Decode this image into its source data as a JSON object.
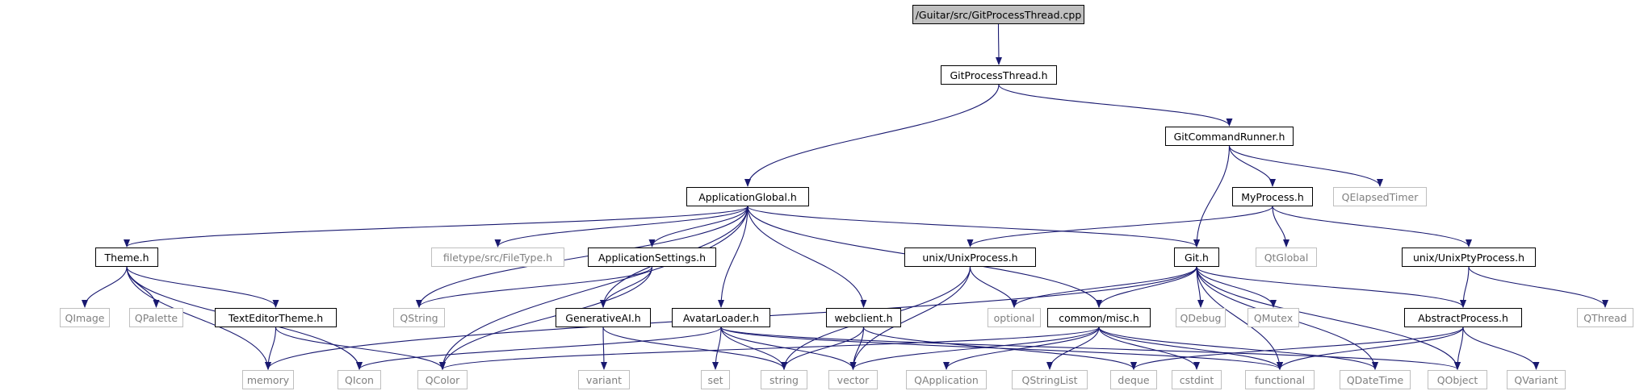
{
  "colors": {
    "edge": "#191970",
    "edge_gray": "#bfbfbf",
    "node_border": "#000000",
    "ext_border": "#bfbfbf",
    "ext_text": "#7f7f7f",
    "root_fill": "#bfbfbf"
  },
  "nodes": [
    {
      "id": "root",
      "label": "/Guitar/src/GitProcessThread.cpp",
      "kind": "root"
    },
    {
      "id": "gpt",
      "label": "GitProcessThread.h",
      "kind": "main"
    },
    {
      "id": "gcr",
      "label": "GitCommandRunner.h",
      "kind": "main"
    },
    {
      "id": "appg",
      "label": "ApplicationGlobal.h",
      "kind": "main"
    },
    {
      "id": "qet",
      "label": "QElapsedTimer",
      "kind": "ext"
    },
    {
      "id": "myp",
      "label": "MyProcess.h",
      "kind": "main"
    },
    {
      "id": "theme",
      "label": "Theme.h",
      "kind": "main"
    },
    {
      "id": "ftype",
      "label": "filetype/src/FileType.h",
      "kind": "ext"
    },
    {
      "id": "aset",
      "label": "ApplicationSettings.h",
      "kind": "main"
    },
    {
      "id": "uproc",
      "label": "unix/UnixProcess.h",
      "kind": "main"
    },
    {
      "id": "git",
      "label": "Git.h",
      "kind": "main"
    },
    {
      "id": "qtglobal",
      "label": "QtGlobal",
      "kind": "ext"
    },
    {
      "id": "upty",
      "label": "unix/UnixPtyProcess.h",
      "kind": "main"
    },
    {
      "id": "qimage",
      "label": "QImage",
      "kind": "ext"
    },
    {
      "id": "qpalette",
      "label": "QPalette",
      "kind": "ext"
    },
    {
      "id": "tet",
      "label": "TextEditorTheme.h",
      "kind": "main"
    },
    {
      "id": "qstring",
      "label": "QString",
      "kind": "ext"
    },
    {
      "id": "genai",
      "label": "GenerativeAI.h",
      "kind": "main"
    },
    {
      "id": "avatar",
      "label": "AvatarLoader.h",
      "kind": "main"
    },
    {
      "id": "webc",
      "label": "webclient.h",
      "kind": "main"
    },
    {
      "id": "optional",
      "label": "optional",
      "kind": "ext"
    },
    {
      "id": "misc",
      "label": "common/misc.h",
      "kind": "main"
    },
    {
      "id": "qdebug",
      "label": "QDebug",
      "kind": "ext"
    },
    {
      "id": "qmutex",
      "label": "QMutex",
      "kind": "ext"
    },
    {
      "id": "absp",
      "label": "AbstractProcess.h",
      "kind": "main"
    },
    {
      "id": "qthread",
      "label": "QThread",
      "kind": "ext"
    },
    {
      "id": "memory",
      "label": "memory",
      "kind": "ext"
    },
    {
      "id": "qicon",
      "label": "QIcon",
      "kind": "ext"
    },
    {
      "id": "qcolor",
      "label": "QColor",
      "kind": "ext"
    },
    {
      "id": "variant",
      "label": "variant",
      "kind": "ext"
    },
    {
      "id": "set",
      "label": "set",
      "kind": "ext"
    },
    {
      "id": "string",
      "label": "string",
      "kind": "ext"
    },
    {
      "id": "vector",
      "label": "vector",
      "kind": "ext"
    },
    {
      "id": "qapp",
      "label": "QApplication",
      "kind": "ext"
    },
    {
      "id": "qsl",
      "label": "QStringList",
      "kind": "ext"
    },
    {
      "id": "deque",
      "label": "deque",
      "kind": "ext"
    },
    {
      "id": "cstdint",
      "label": "cstdint",
      "kind": "ext"
    },
    {
      "id": "functional",
      "label": "functional",
      "kind": "ext"
    },
    {
      "id": "qdatetime",
      "label": "QDateTime",
      "kind": "ext"
    },
    {
      "id": "qobject",
      "label": "QObject",
      "kind": "ext"
    },
    {
      "id": "qvariant",
      "label": "QVariant",
      "kind": "ext"
    }
  ],
  "edges": [
    [
      "root",
      "gpt"
    ],
    [
      "gpt",
      "appg"
    ],
    [
      "gpt",
      "gcr"
    ],
    [
      "gcr",
      "myp"
    ],
    [
      "gcr",
      "git"
    ],
    [
      "gcr",
      "qet"
    ],
    [
      "appg",
      "theme"
    ],
    [
      "appg",
      "qstring"
    ],
    [
      "appg",
      "ftype"
    ],
    [
      "appg",
      "aset"
    ],
    [
      "appg",
      "genai"
    ],
    [
      "appg",
      "avatar"
    ],
    [
      "appg",
      "webc"
    ],
    [
      "appg",
      "misc"
    ],
    [
      "appg",
      "git"
    ],
    [
      "appg",
      "qcolor"
    ],
    [
      "myp",
      "uproc"
    ],
    [
      "myp",
      "qtglobal"
    ],
    [
      "myp",
      "upty"
    ],
    [
      "theme",
      "qimage"
    ],
    [
      "theme",
      "qpalette"
    ],
    [
      "theme",
      "tet"
    ],
    [
      "theme",
      "memory"
    ],
    [
      "theme",
      "qicon"
    ],
    [
      "tet",
      "memory"
    ],
    [
      "tet",
      "qcolor"
    ],
    [
      "aset",
      "qstring"
    ],
    [
      "aset",
      "genai"
    ],
    [
      "aset",
      "qcolor"
    ],
    [
      "uproc",
      "optional"
    ],
    [
      "uproc",
      "string"
    ],
    [
      "uproc",
      "vector"
    ],
    [
      "git",
      "optional"
    ],
    [
      "git",
      "misc"
    ],
    [
      "git",
      "qdebug"
    ],
    [
      "git",
      "qmutex"
    ],
    [
      "git",
      "absp"
    ],
    [
      "git",
      "qobject"
    ],
    [
      "git",
      "functional"
    ],
    [
      "git",
      "qdatetime"
    ],
    [
      "git",
      "memory"
    ],
    [
      "upty",
      "absp"
    ],
    [
      "upty",
      "qthread"
    ],
    [
      "genai",
      "variant"
    ],
    [
      "genai",
      "string"
    ],
    [
      "avatar",
      "qicon"
    ],
    [
      "avatar",
      "set"
    ],
    [
      "avatar",
      "string"
    ],
    [
      "avatar",
      "vector"
    ],
    [
      "avatar",
      "functional"
    ],
    [
      "avatar",
      "qobject"
    ],
    [
      "webc",
      "string"
    ],
    [
      "webc",
      "vector"
    ],
    [
      "webc",
      "deque"
    ],
    [
      "misc",
      "qcolor"
    ],
    [
      "misc",
      "vector"
    ],
    [
      "misc",
      "qapp"
    ],
    [
      "misc",
      "qsl"
    ],
    [
      "misc",
      "cstdint"
    ],
    [
      "misc",
      "functional"
    ],
    [
      "misc",
      "qdatetime"
    ],
    [
      "absp",
      "deque"
    ],
    [
      "absp",
      "functional"
    ],
    [
      "absp",
      "qobject"
    ],
    [
      "absp",
      "qvariant"
    ]
  ]
}
